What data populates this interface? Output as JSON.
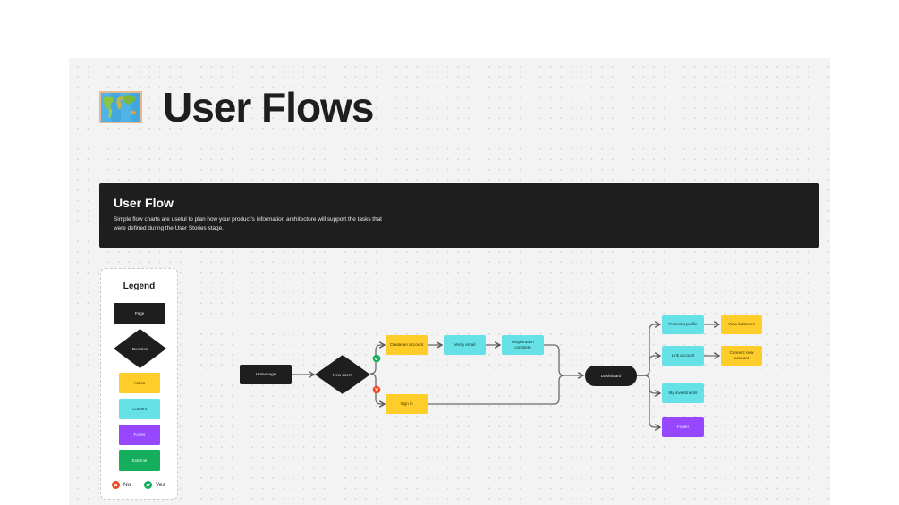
{
  "page": {
    "title": "User Flows",
    "title_icon": "world-map-icon"
  },
  "header_card": {
    "title": "User Flow",
    "description": "Simple flow charts are useful to plan how your product's information architecture will support the tasks that were defined during the User Stories stage."
  },
  "legend": {
    "title": "Legend",
    "items": [
      {
        "label": "Page",
        "shape": "rectangle",
        "color": "#1e1e1e"
      },
      {
        "label": "Decision",
        "shape": "diamond",
        "color": "#1e1e1e"
      },
      {
        "label": "Action",
        "shape": "rectangle",
        "color": "#ffcd29"
      },
      {
        "label": "Content",
        "shape": "rectangle",
        "color": "#66e1e6"
      },
      {
        "label": "Footer",
        "shape": "rectangle",
        "color": "#9747ff"
      },
      {
        "label": "External",
        "shape": "rectangle",
        "color": "#14ae5c"
      }
    ],
    "no_label": "No",
    "yes_label": "Yes",
    "no_color": "#f24822",
    "yes_color": "#14ae5c"
  },
  "flow": {
    "nodes": {
      "homepage": "Homepage",
      "new_user": "New user?",
      "create_account": "Create an account",
      "verify_email": "Verify email",
      "registration_complete": "Registration complete",
      "sign_in": "Sign in",
      "dashboard": "Dashboard",
      "financial_profile": "Financial profile",
      "view_balances": "View balances",
      "link_account": "Link account",
      "connect_new_account": "Connect new account",
      "my_investments": "My investments",
      "footer": "Footer"
    },
    "edges": [
      {
        "from": "Homepage",
        "to": "New user?"
      },
      {
        "from": "New user?",
        "to": "Create an account",
        "condition": "Yes"
      },
      {
        "from": "New user?",
        "to": "Sign in",
        "condition": "No"
      },
      {
        "from": "Create an account",
        "to": "Verify email"
      },
      {
        "from": "Verify email",
        "to": "Registration complete"
      },
      {
        "from": "Registration complete",
        "to": "Dashboard"
      },
      {
        "from": "Sign in",
        "to": "Dashboard"
      },
      {
        "from": "Dashboard",
        "to": "Financial profile"
      },
      {
        "from": "Dashboard",
        "to": "Link account"
      },
      {
        "from": "Dashboard",
        "to": "My investments"
      },
      {
        "from": "Dashboard",
        "to": "Footer"
      },
      {
        "from": "Financial profile",
        "to": "View balances"
      },
      {
        "from": "Link account",
        "to": "Connect new account"
      }
    ]
  }
}
